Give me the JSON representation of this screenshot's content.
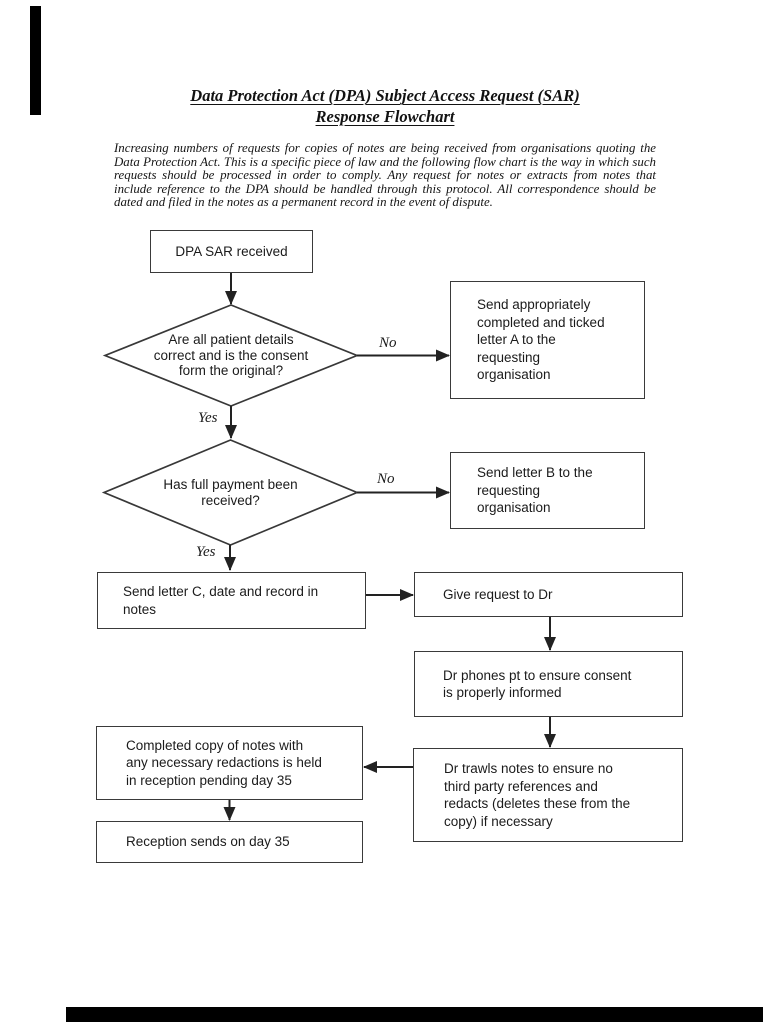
{
  "document": {
    "title_line1": "Data Protection Act (DPA) Subject Access Request (SAR)",
    "title_line2": "Response Flowchart",
    "intro": "Increasing numbers of requests for copies of notes are being received from organisations quoting the Data Protection Act. This is a specific piece of law and the following flow chart is the way in which such requests should be processed in order to comply. Any request for notes or extracts from notes that include reference to the DPA should be handled through this protocol. All correspondence should be dated and filed in the notes as a permanent record in the event of dispute."
  },
  "flowchart": {
    "nodes": {
      "dpa_sar": "DPA SAR received",
      "patient_details": "Are all patient details\ncorrect and is the consent\nform the original?",
      "letter_a": "Send appropriately\ncompleted and ticked\nletter A to the\nrequesting\norganisation",
      "payment": "Has full payment been\nreceived?",
      "letter_b": "Send letter B to the\nrequesting\norganisation",
      "letter_c": "Send letter C, date and record in\nnotes",
      "give_request": "Give request to Dr",
      "dr_phones": "Dr phones pt to ensure consent\nis properly informed",
      "dr_trawls": "Dr trawls notes to ensure no\nthird party references and\nredacts (deletes these from the\ncopy) if necessary",
      "completed_copy": "Completed copy of notes with\nany necessary redactions is held\nin reception pending day 35",
      "reception_sends": "Reception sends on day 35"
    },
    "labels": {
      "no1": "No",
      "yes1": "Yes",
      "no2": "No",
      "yes2": "Yes"
    },
    "colors": {
      "ink": "#222222",
      "box_border": "#3a3a3a",
      "page_border_bar": "#000000"
    }
  }
}
